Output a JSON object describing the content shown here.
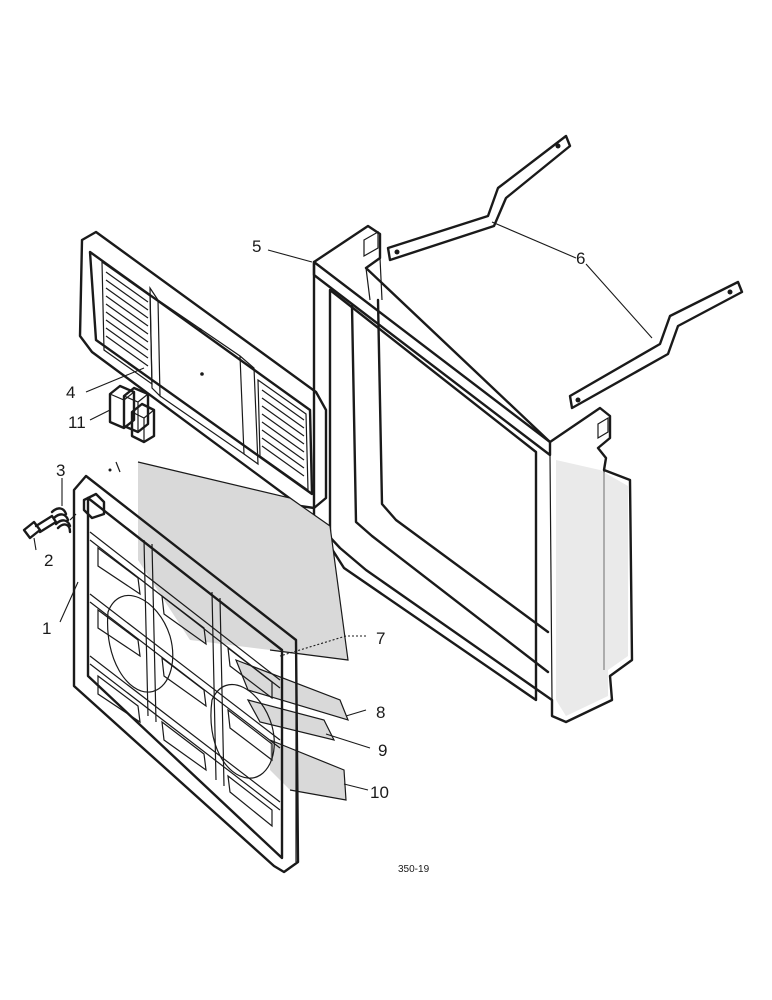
{
  "callouts": {
    "c1": "1",
    "c2": "2",
    "c3": "3",
    "c4": "4",
    "c5": "5",
    "c6": "6",
    "c7": "7",
    "c8": "8",
    "c9": "9",
    "c10": "10",
    "c11": "11"
  },
  "reference_code": "350-19"
}
